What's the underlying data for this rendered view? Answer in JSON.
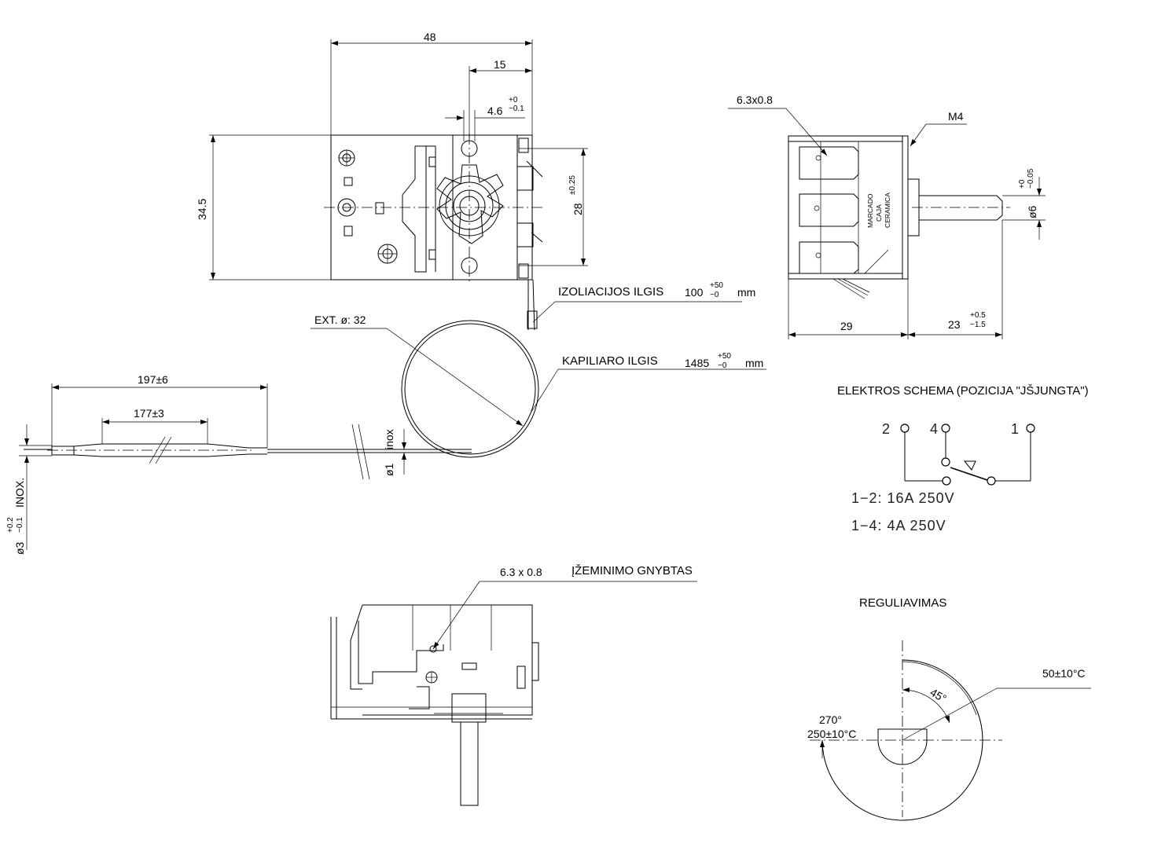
{
  "dimensions": {
    "top_width": "48",
    "shaft_offset": "15",
    "shaft_dia": "4.6",
    "shaft_dia_tol_up": "+0",
    "shaft_dia_tol_low": "−0.1",
    "body_height": "34.5",
    "hole_spacing": "28",
    "hole_spacing_tol": "±0.25",
    "terminal_size": "6.3x0.8",
    "thread": "M4",
    "side_width": "29",
    "side_shaft_len": "23",
    "side_shaft_tol_up": "+0.5",
    "side_shaft_tol_low": "−1.5",
    "side_shaft_dia": "ø6",
    "side_shaft_dia_tol_up": "+0",
    "side_shaft_dia_tol_low": "−0.05",
    "bulb_len": "197±6",
    "bulb_inner_len": "177±3",
    "bulb_dia": "ø3",
    "bulb_dia_tol_up": "+0.2",
    "bulb_dia_tol_low": "−0.1",
    "bulb_material": "INOX.",
    "cap_dia": "ø1",
    "cap_material": "inox",
    "coil_dia": "EXT. ø: 32",
    "insulation_value": "100",
    "insulation_tol_up": "+50",
    "insulation_tol_low": "−0",
    "insulation_unit": "mm",
    "capillary_value": "1485",
    "capillary_tol_up": "+50",
    "capillary_tol_low": "−0",
    "capillary_unit": "mm",
    "ground_size": "6.3  x  0.8"
  },
  "labels": {
    "insulation_length": "IZOLIACIJOS ILGIS",
    "capillary_length": "KAPILIARO ILGIS",
    "wiring_title": "ELEKTROS SCHEMA (POZICIJA \"JŠJUNGTA\")",
    "ground_terminal": "ĮŽEMINIMO GNYBTAS",
    "regulation_title": "REGULIAVIMAS",
    "ceramic_line1": "MARCADO",
    "ceramic_line2": "CAJA",
    "ceramic_line3": "CERAMICA"
  },
  "wiring": {
    "term_2": "2",
    "term_4": "4",
    "term_1": "1",
    "rating_12": "1−2:  16A  250V",
    "rating_14": "1−4:  4A  250V"
  },
  "regulation": {
    "angle": "45°",
    "min_temp": "50±10°C",
    "rot_angle": "270°",
    "max_temp": "250±10°C"
  }
}
